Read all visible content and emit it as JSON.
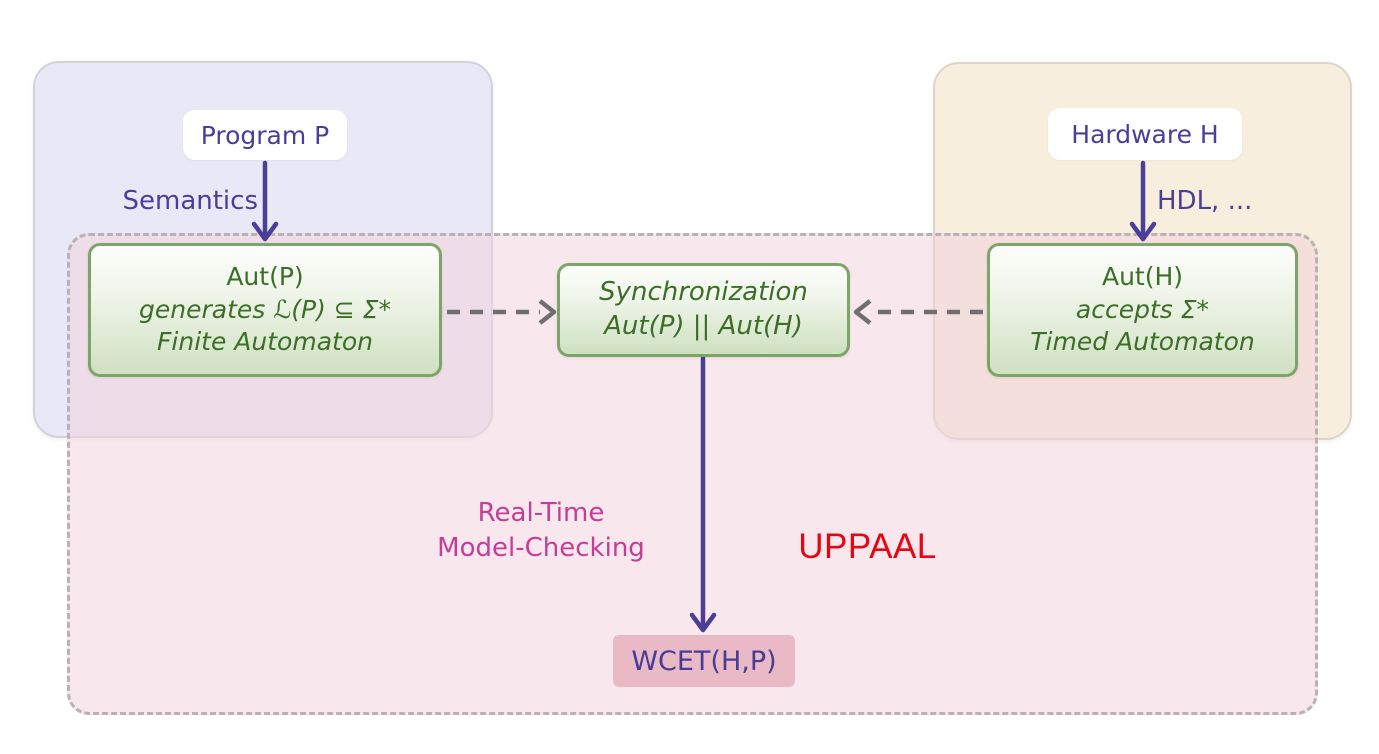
{
  "panels": {
    "program_panel": "program-source-region",
    "hardware_panel": "hardware-source-region",
    "uppaal_panel": "model-checking-region"
  },
  "nodes": {
    "program": {
      "label": "Program P"
    },
    "hardware": {
      "label": "Hardware H"
    },
    "aut_p": {
      "line1": "Aut(P)",
      "line2": "generates ℒ(P) ⊆ Σ*",
      "line3": "Finite Automaton"
    },
    "aut_h": {
      "line1": "Aut(H)",
      "line2": "accepts Σ*",
      "line3": "Timed Automaton"
    },
    "sync": {
      "line1": "Synchronization",
      "line2": "Aut(P) || Aut(H)"
    },
    "wcet": {
      "label": "WCET(H,P)"
    }
  },
  "edges": {
    "semantics_label": "Semantics",
    "hdl_label": "HDL, ...",
    "model_checking_line1": "Real-Time",
    "model_checking_line2": "Model-Checking"
  },
  "annotations": {
    "uppaal": "UPPAAL"
  },
  "colors": {
    "program_panel_fill": "#e9e8f7",
    "hardware_panel_fill": "#f8eede",
    "uppaal_panel_fill": "#f8ebef",
    "green_box_border": "#7ca667",
    "green_text": "#3c6e28",
    "purple_text_arrows": "#4a3e97",
    "magenta_text": "#c53e95",
    "uppaal_red": "#e60512",
    "wcet_fill": "#eab9c6",
    "dashed_panel_border": "#b7b2b4",
    "dashed_arrow_gray": "#6f6f6f"
  }
}
